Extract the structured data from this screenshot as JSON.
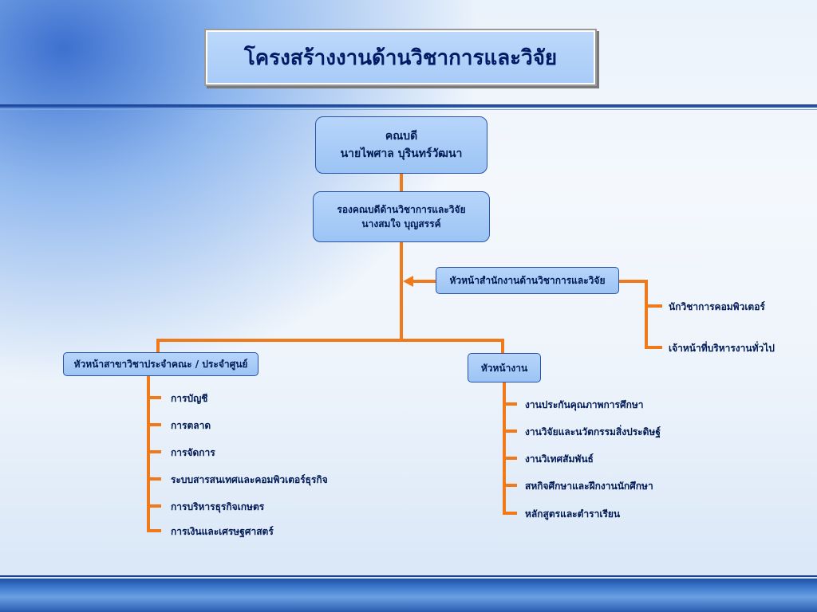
{
  "title": "โครงสร้างงานด้านวิชาการและวิจัย",
  "dean": {
    "role": "คณบดี",
    "name": "นายไพศาล บุรินทร์วัฒนา"
  },
  "associate_dean": {
    "role": "รองคณบดีด้านวิชาการและวิจัย",
    "name": "นางสมใจ บุญสรรค์"
  },
  "office_head": {
    "label": "หัวหน้าสำนักงานด้านวิชาการและวิจัย",
    "staff": [
      "นักวิชาการคอมพิวเตอร์",
      "เจ้าหน้าที่บริหารงานทั่วไป"
    ]
  },
  "department_head": {
    "label": "หัวหน้าสาขาวิชาประจำคณะ / ประจำศูนย์",
    "items": [
      "การบัญชี",
      "การตลาด",
      "การจัดการ",
      "ระบบสารสนเทศและคอมพิวเตอร์ธุรกิจ",
      "การบริหารธุรกิจเกษตร",
      "การเงินและเศรษฐศาสตร์"
    ]
  },
  "work_head": {
    "label": "หัวหน้างาน",
    "items": [
      "งานประกันคุณภาพการศึกษา",
      "งานวิจัยและนวัตกรรมสิ่งประดิษฐ์",
      "งานวิเทศสัมพันธ์",
      "สหกิจศึกษาและฝึกงานนักศึกษา",
      "หลักสูตรและตำราเรียน"
    ]
  },
  "colors": {
    "connector": "#f07a1a",
    "box_fill": "#a8cbf7",
    "box_border": "#2a54a8",
    "text": "#001a55"
  }
}
